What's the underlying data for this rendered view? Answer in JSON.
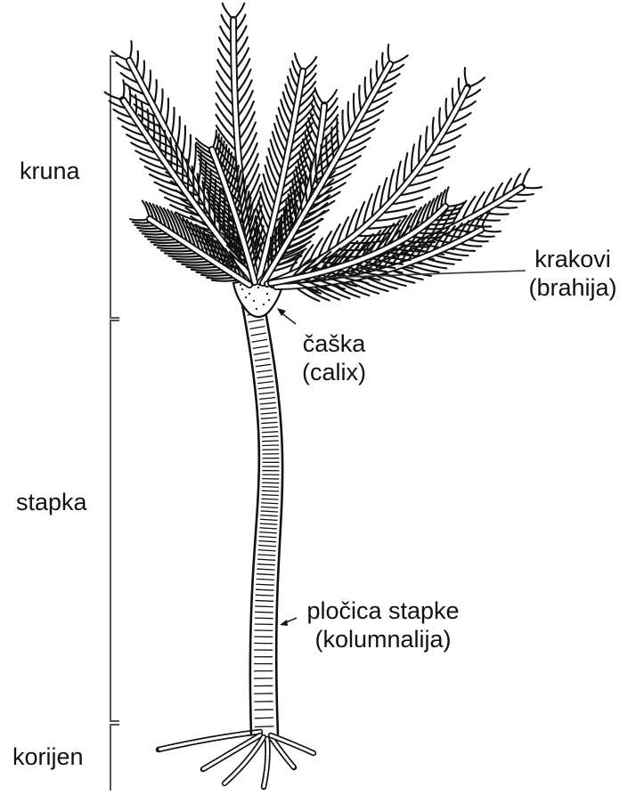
{
  "labels": {
    "kruna": "kruna",
    "stapka": "stapka",
    "korijen": "korijen",
    "krakovi": "krakovi",
    "brahija": "(brahija)",
    "caska": "čaška",
    "calix": "(calix)",
    "plocica": "pločica stapke",
    "kolumnalija": "(kolumnalija)"
  },
  "colors": {
    "ink": "#111111",
    "background": "#ffffff"
  }
}
